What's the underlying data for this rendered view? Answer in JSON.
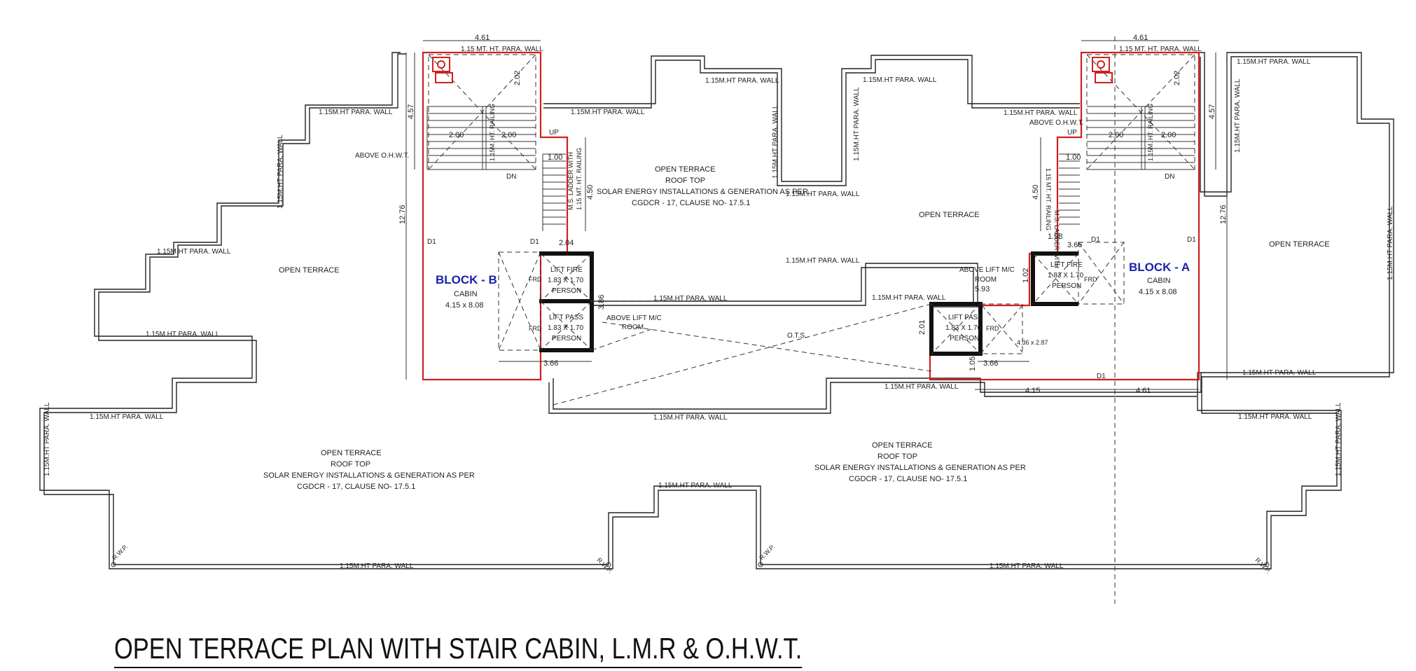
{
  "title": "OPEN TERRACE PLAN WITH STAIR CABIN, L.M.R & O.H.W.T.",
  "blocks": {
    "b": {
      "name": "BLOCK - B",
      "cabin": "CABIN",
      "size": "4.15 x 8.08"
    },
    "a": {
      "name": "BLOCK - A",
      "cabin": "CABIN",
      "size": "4.15 x 8.08"
    }
  },
  "labels": {
    "parapet": "1.15M.HT PARA. WALL",
    "parapet_top": "1.15 MT. HT. PARA. WALL",
    "open_terrace": "OPEN TERRACE",
    "roof_top": "ROOF TOP",
    "solar_1": "SOLAR ENERGY INSTALLATIONS & GENERATION AS PER",
    "solar_2": "CGDCR - 17, CLAUSE NO- 17.5.1",
    "above_ohwt": "ABOVE O.H.W.T.",
    "up": "UP",
    "dn": "DN",
    "d1": "D1",
    "frd": "FRD",
    "lift_fire": "LIFT FIRE",
    "lift_pass": "LIFT PASS",
    "lift_size": "1.83 X 1.70",
    "person": "PERSON",
    "above_lift": "ABOVE LIFT M/C",
    "room": "ROOM",
    "ots": "O.T.S.",
    "rwp": "R.W.P.",
    "ladder_1": "M.S. LADDER WITH",
    "ladder_2": "1.15 MT. HT. RAILING",
    "railing": "1.15M. HT. RAILING"
  },
  "dimensions": {
    "w461": "4.61",
    "h457": "4.57",
    "h1276": "12.76",
    "d202": "2.02",
    "d200": "2.00",
    "d100": "1.00",
    "d450": "4.50",
    "d204": "2.04",
    "d386": "3.86",
    "d366": "3.66",
    "d198": "1.98",
    "d102": "1.02",
    "d593": "5.93",
    "d201": "2.01",
    "d105": "1.05",
    "d415": "4.15",
    "ots_size": "4.36 x 2.87"
  },
  "colors": {
    "block_label": "#1a23a8",
    "cabin_outline": "#d21f1f",
    "line": "#222222"
  }
}
